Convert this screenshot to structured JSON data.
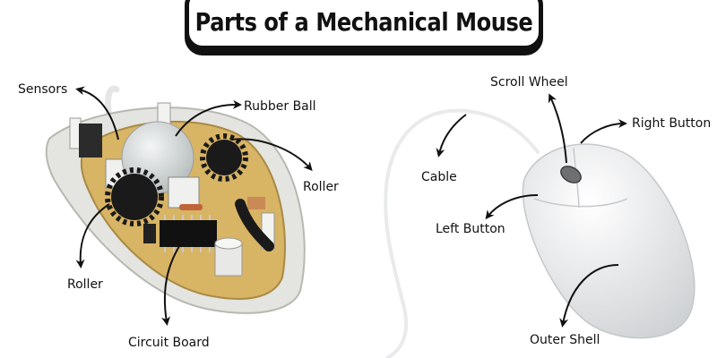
{
  "title": "Parts of a Mechanical Mouse",
  "labels": {
    "sensors": "Sensors",
    "rubber_ball": "Rubber Ball",
    "roller_right": "Roller",
    "roller_left": "Roller",
    "circuit_board": "Circuit Board",
    "scroll_wheel": "Scroll Wheel",
    "right_button": "Right Button",
    "cable": "Cable",
    "left_button": "Left Button",
    "outer_shell": "Outer Shell"
  },
  "colors": {
    "ink": "#111111",
    "board": "#d8b465",
    "shell": "#eeeeee",
    "gear": "#1a1a1a",
    "ball": "#dfe3e3"
  }
}
